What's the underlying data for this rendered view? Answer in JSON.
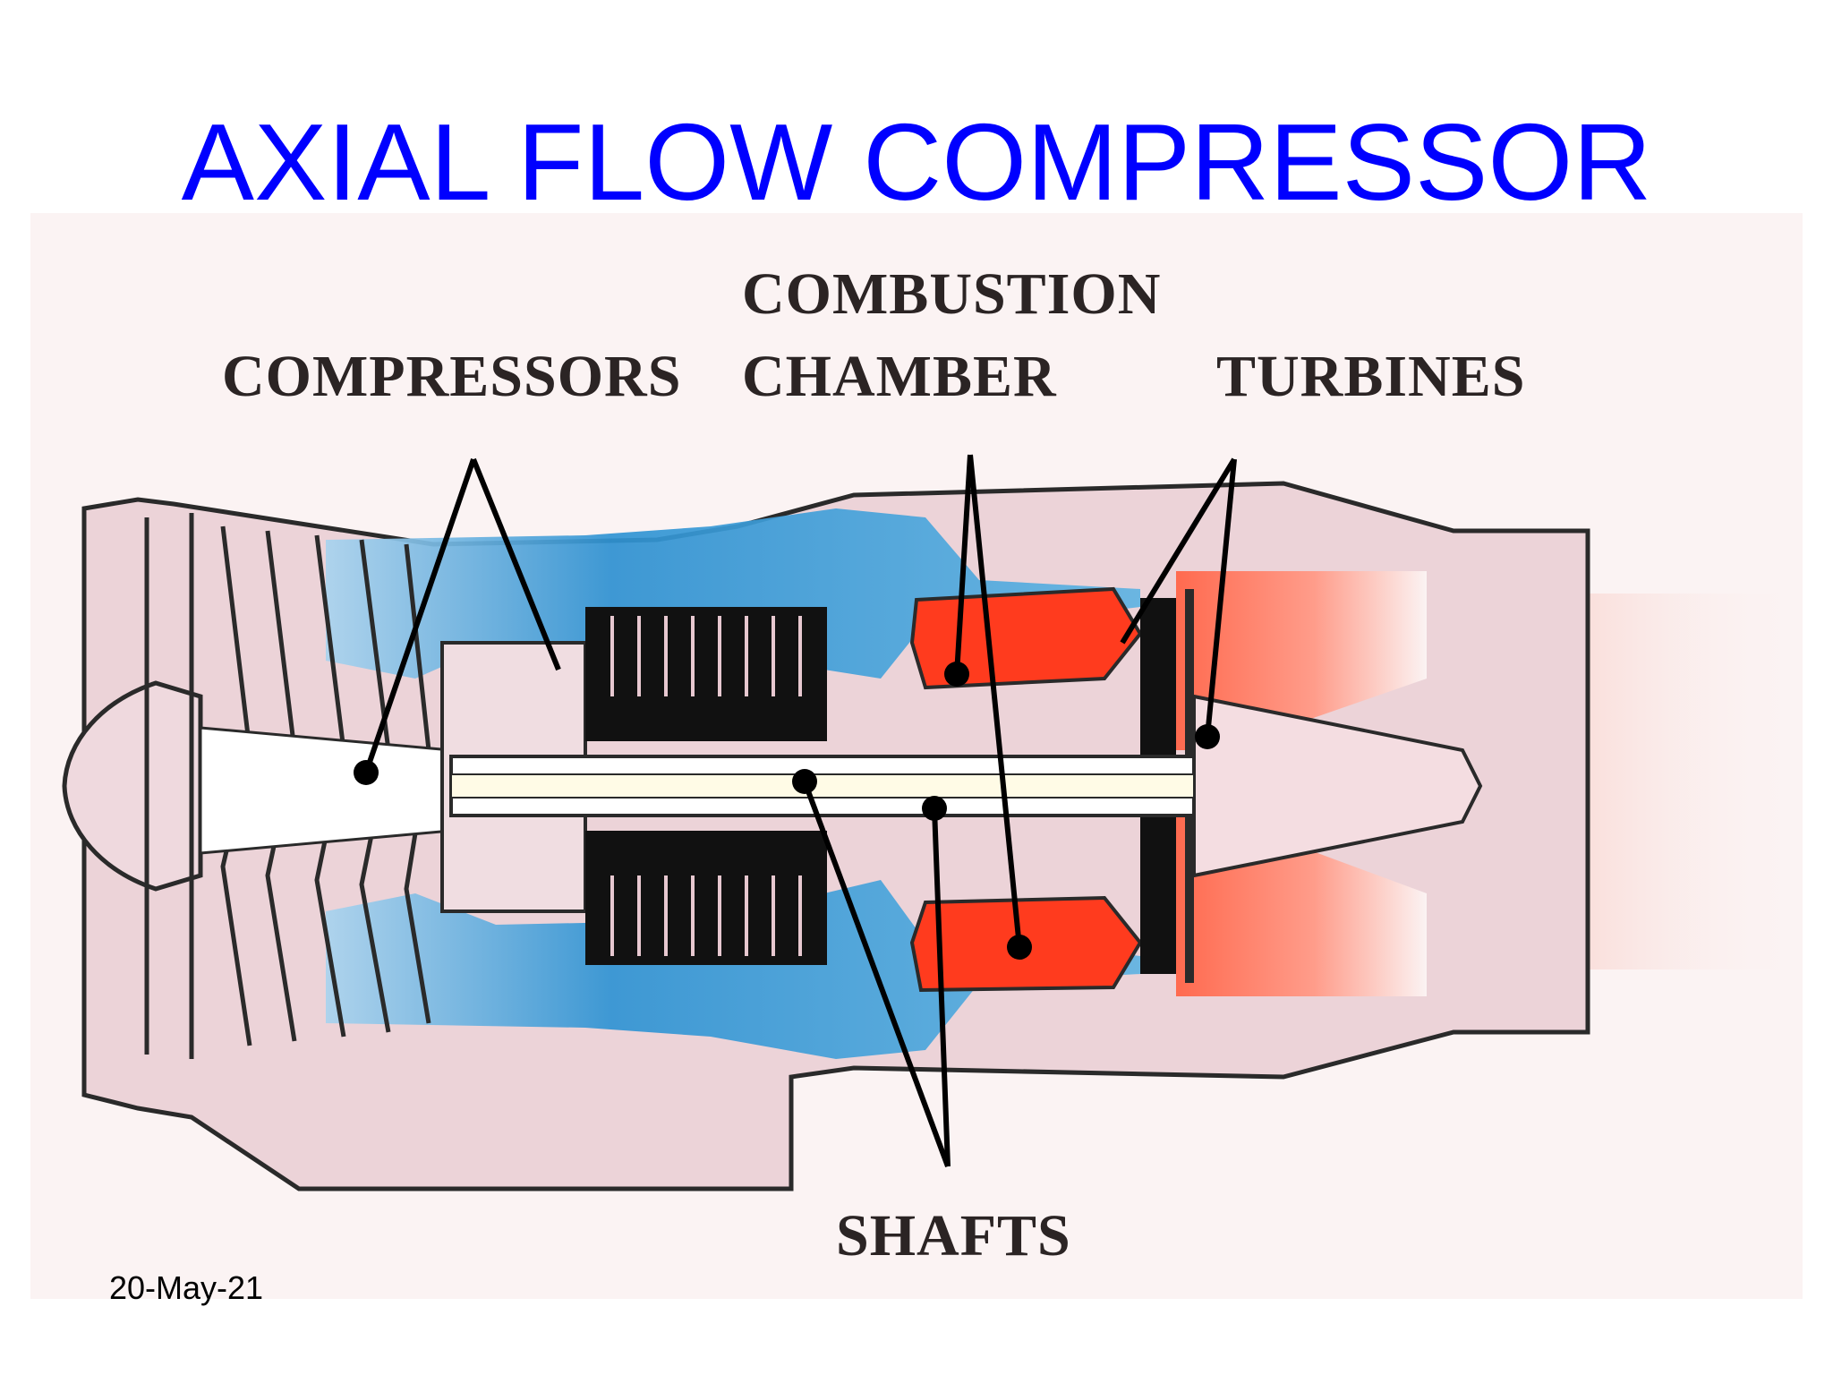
{
  "slide": {
    "title": "AXIAL FLOW COMPRESSOR",
    "date": "20-May-21"
  },
  "diagram": {
    "labels": {
      "compressors": "COMPRESSORS",
      "combustion_line1": "COMBUSTION",
      "combustion_line2": "CHAMBER",
      "turbines": "TURBINES",
      "shafts": "SHAFTS"
    },
    "colors": {
      "title": "#0000ff",
      "background": "#fbf3f3",
      "casing": "#e9cfd4",
      "cold_air": "#3aa0d9",
      "hot_gas": "#ff4a2a",
      "exhaust": "#ff8e7a",
      "blades": "#111111",
      "label_text": "#2b2424"
    }
  }
}
